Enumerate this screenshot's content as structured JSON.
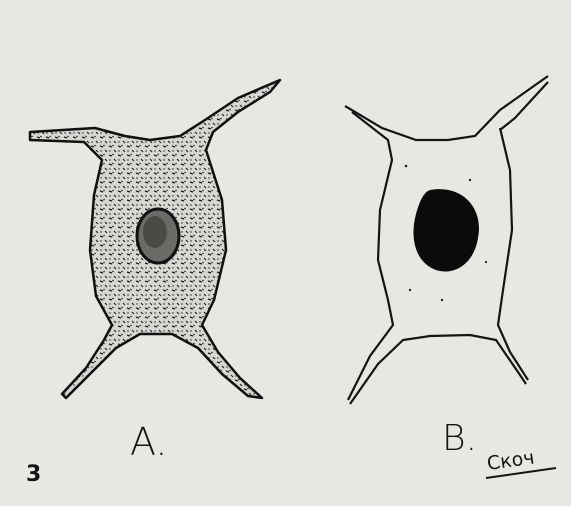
{
  "figure": {
    "plate_number": "3",
    "cell_a_label": "A.",
    "cell_b_label": "B.",
    "signature": "Скоч"
  },
  "colors": {
    "paper": "#e7e7e3",
    "ink": "#151515"
  }
}
